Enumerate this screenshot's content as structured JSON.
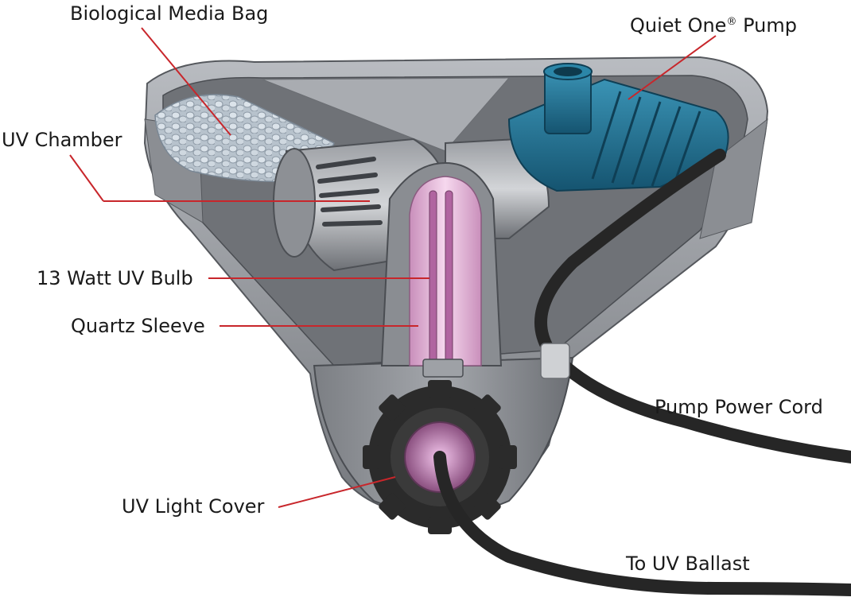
{
  "labels": {
    "media_bag": "Biological Media Bag",
    "uv_chamber": "UV Chamber",
    "uv_bulb": "13 Watt UV Bulb",
    "quartz_sleeve": "Quartz Sleeve",
    "pump_name": "Quiet One",
    "pump_reg": "®",
    "pump_word": " Pump",
    "pump_power_cord": "Pump Power Cord",
    "uv_light_cover": "UV Light Cover",
    "to_uv_ballast": "To UV Ballast"
  },
  "colors": {
    "leader_line": "#c8262b",
    "housing": "#8e9196",
    "housing_dark": "#5f6267",
    "pump_blue": "#1f6e8c",
    "bulb_pink": "#e7b3d9",
    "cable": "#2a2a2a"
  }
}
